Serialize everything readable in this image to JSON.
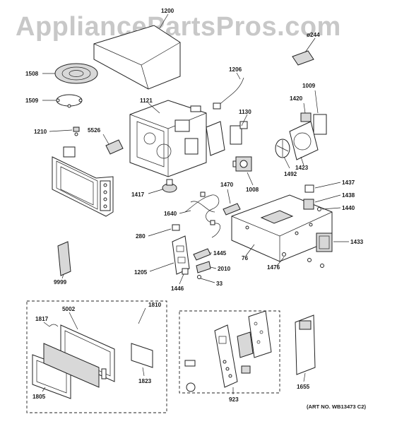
{
  "watermark": "AppliancePartsPros.com",
  "art_number": "(ART NO. WB13473 C2)",
  "parts": {
    "p1200": "1200",
    "p1508": "1508",
    "p1509": "1509",
    "p1206": "1206",
    "p0244": "ø244",
    "p1009": "1009",
    "p1420": "1420",
    "p1121": "1121",
    "p1130": "1130",
    "p1210": "1210",
    "p5526": "5526",
    "p1423": "1423",
    "p1492": "1492",
    "p1008": "1008",
    "p1437": "1437",
    "p1438": "1438",
    "p1440": "1440",
    "p1470": "1470",
    "p1417": "1417",
    "p1640": "1640",
    "p280": "280",
    "p1433": "1433",
    "p1445": "1445",
    "p76": "76",
    "p1205": "1205",
    "p2010": "2010",
    "p1476": "1476",
    "p1446": "1446",
    "p33": "33",
    "p9999": "9999",
    "p1810": "1810",
    "p5002": "5002",
    "p1817": "1817",
    "p1823": "1823",
    "p1805": "1805",
    "p923": "923",
    "p1655": "1655"
  }
}
